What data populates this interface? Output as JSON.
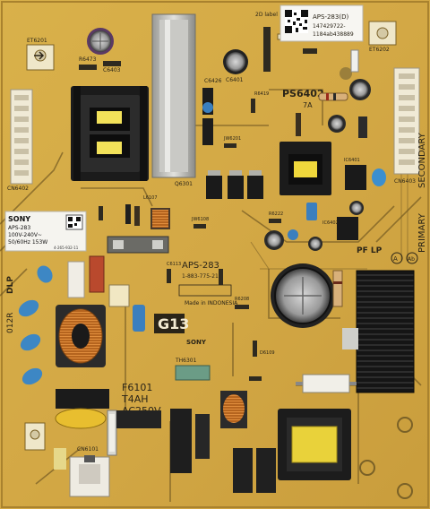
{
  "board": {
    "model_top": "APS-283",
    "part_no": "1-883-775-21",
    "made_in": "Made in INDONESIA",
    "board_code": "PS6402",
    "board_rev": "7A",
    "g13_mark": "G13",
    "sony_mark": "SONY",
    "primary": "PRIMARY",
    "secondary": "SECONDARY",
    "id_label_text": "2D label",
    "pf_lp": "PF LP"
  },
  "sticker_id": {
    "line1": "APS-283(D)",
    "line2": "147429722-",
    "line3": "1184ab438889"
  },
  "sticker_spec": {
    "brand": "SONY",
    "model": "APS-283",
    "voltage": "100V-240V~",
    "rating": "50/60Hz 153W",
    "code": "4-265-932-11"
  },
  "fuse": {
    "ref": "F6101",
    "rating": "T4AH",
    "voltage": "AC250V"
  },
  "markings": {
    "dlp": "DLP",
    "t12r": "012R",
    "cn6101": "CN6101",
    "th6301": "TH6301",
    "cn6402": "CN6402",
    "cn6403": "CN6403"
  }
}
